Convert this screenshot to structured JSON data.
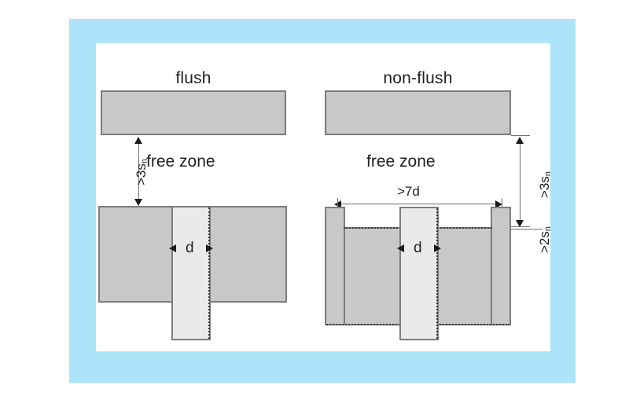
{
  "figure": {
    "frame_color": "#ade4f9",
    "canvas_color": "#ffffff",
    "block_fill": "#c8c8c8",
    "block_stroke": "#7d7d7d",
    "sensor_fill": "#eaeaea",
    "dim_line_color": "#6e6e6e",
    "text_color": "#231f20"
  },
  "panels": [
    {
      "id": "flush",
      "title": "flush",
      "free_zone_label": "free zone",
      "vertical_dim": {
        "prefix": ">3s",
        "subscript": "n",
        "full": ">3sn"
      },
      "diameter_label": "d"
    },
    {
      "id": "non-flush",
      "title": "non-flush",
      "free_zone_label": "free zone",
      "vertical_dim": {
        "prefix": ">3s",
        "subscript": "n",
        "full": ">3sn"
      },
      "recess_dim": {
        "prefix": ">2s",
        "subscript": "n",
        "full": ">2sn"
      },
      "width_dim": ">7d",
      "diameter_label": "d"
    }
  ]
}
